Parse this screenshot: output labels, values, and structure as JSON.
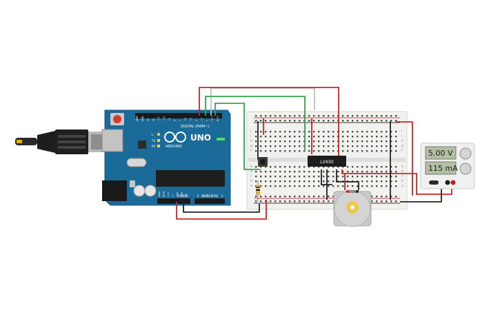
{
  "arduino": {
    "board_name": "UNO",
    "brand_text": "ARDUINO",
    "header_digital": "DIGITAL (PWM~)",
    "header_power": "POWER",
    "header_analog": "ANALOG IN",
    "led_labels": [
      "L",
      "TX",
      "RX"
    ],
    "digital_pins": [
      "AREF",
      "GND",
      "13",
      "12",
      "~11",
      "~10",
      "~9",
      "8",
      "7",
      "~6",
      "~5",
      "4",
      "~3",
      "2",
      "TX 1",
      "RX 0"
    ],
    "power_pins": [
      "IOREF",
      "RESET",
      "3.3V",
      "5V",
      "GND",
      "GND",
      "Vin"
    ],
    "analog_pins": [
      "A0",
      "A1",
      "A2",
      "A3",
      "A4",
      "A5"
    ]
  },
  "ic": {
    "label": "L293D"
  },
  "power_supply": {
    "voltage": "5.00 V",
    "current": "115 mA"
  },
  "breadboard": {
    "row_letters_top": [
      "j",
      "i",
      "h",
      "g",
      "f"
    ],
    "row_letters_bottom": [
      "e",
      "d",
      "c",
      "b",
      "a"
    ]
  },
  "colors": {
    "arduino_blue": "#1b6b9a",
    "wire_red": "#d42020",
    "wire_green": "#2ea84a",
    "wire_black": "#222222",
    "wire_gray": "#bbbbbb",
    "breadboard": "#f1f1ee"
  }
}
